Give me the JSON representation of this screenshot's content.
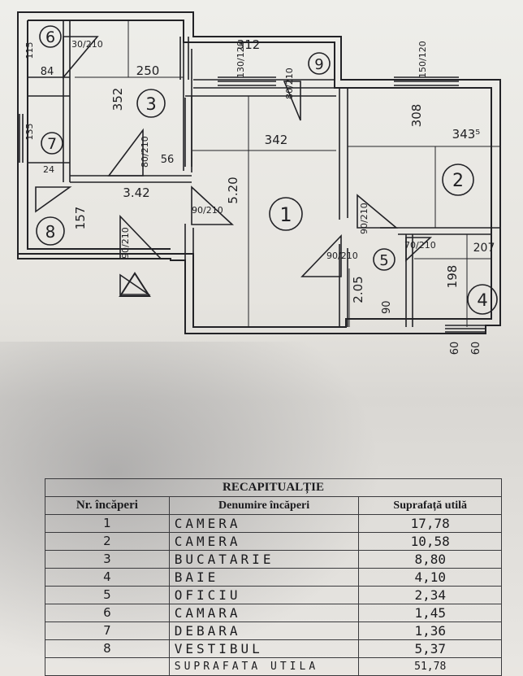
{
  "plan": {
    "room_numbers": [
      "1",
      "2",
      "3",
      "4",
      "5",
      "6",
      "7",
      "8",
      "9"
    ],
    "dimensions": {
      "d312": "312",
      "d250": "250",
      "d84a": "84",
      "d352": "352",
      "d342a": "342",
      "d342b": "3.42",
      "d520": "5.20",
      "d308": "308",
      "d3435": "343⁵",
      "d157": "157",
      "d56": "56",
      "d207": "207",
      "d198": "198",
      "d205": "2.05",
      "d60a": "60",
      "d60b": "60",
      "d24": "24",
      "d115": "115",
      "d135": "135"
    },
    "doors": {
      "k3": "30/210",
      "k5": "90/210",
      "k6": "80/210",
      "k7": "130/120",
      "k8": "90/210",
      "k9": "80/210",
      "k10": "150/120",
      "k11": "70/210",
      "k12": "90/210",
      "k13": "90/210",
      "k14": "90"
    }
  },
  "recap": {
    "title": "RECAPITUALȚIE",
    "headers": [
      "Nr. încăperi",
      "Denumire încăperi",
      "Suprafață utilă"
    ],
    "rows": [
      {
        "nr": "1",
        "name": "CAMERA",
        "area": "17,78"
      },
      {
        "nr": "2",
        "name": "CAMERA",
        "area": "10,58"
      },
      {
        "nr": "3",
        "name": "BUCATARIE",
        "area": "8,80"
      },
      {
        "nr": "4",
        "name": "BAIE",
        "area": "4,10"
      },
      {
        "nr": "5",
        "name": "OFICIU",
        "area": "2,34"
      },
      {
        "nr": "6",
        "name": "CAMARA",
        "area": "1,45"
      },
      {
        "nr": "7",
        "name": "DEBARA",
        "area": "1,36"
      },
      {
        "nr": "8",
        "name": "VESTIBUL",
        "area": "5,37"
      }
    ],
    "cut_row": {
      "name": "SUPRAFATA UTILA",
      "area": "51,78"
    }
  }
}
